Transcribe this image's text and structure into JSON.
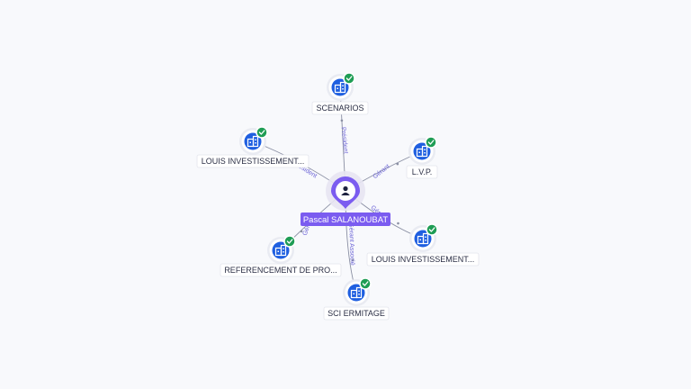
{
  "center": {
    "label": "Pascal SALANOUBAT",
    "icon": "person-icon",
    "color": "#7b5cf0"
  },
  "nodes": [
    {
      "id": "scenarios",
      "label": "SCENARIOS",
      "icon": "company-building-icon",
      "badge": "check-badge-icon"
    },
    {
      "id": "louis1",
      "label": "LOUIS INVESTISSEMENT...",
      "icon": "company-building-icon",
      "badge": "check-badge-icon"
    },
    {
      "id": "lvp",
      "label": "L.V.P.",
      "icon": "company-building-icon",
      "badge": "check-badge-icon"
    },
    {
      "id": "louis2",
      "label": "LOUIS INVESTISSEMENT...",
      "icon": "company-building-icon",
      "badge": "check-badge-icon"
    },
    {
      "id": "referencement",
      "label": "REFERENCEMENT DE PRO...",
      "icon": "company-building-icon",
      "badge": "check-badge-icon"
    },
    {
      "id": "sci",
      "label": "SCI ERMITAGE",
      "icon": "company-building-icon",
      "badge": "check-badge-icon"
    }
  ],
  "edges": [
    {
      "to": "scenarios",
      "label": "Président"
    },
    {
      "to": "louis1",
      "label": "Président"
    },
    {
      "to": "lvp",
      "label": "Gérant"
    },
    {
      "to": "louis2",
      "label": "Gérant"
    },
    {
      "to": "referencement",
      "label": "Gérant"
    },
    {
      "to": "sci",
      "label": "Gérant Associé"
    }
  ],
  "colors": {
    "node_blue": "#1f5fe0",
    "badge_green": "#1f9d55",
    "edge": "#8a8fa3",
    "edge_label": "#6b63d6"
  }
}
